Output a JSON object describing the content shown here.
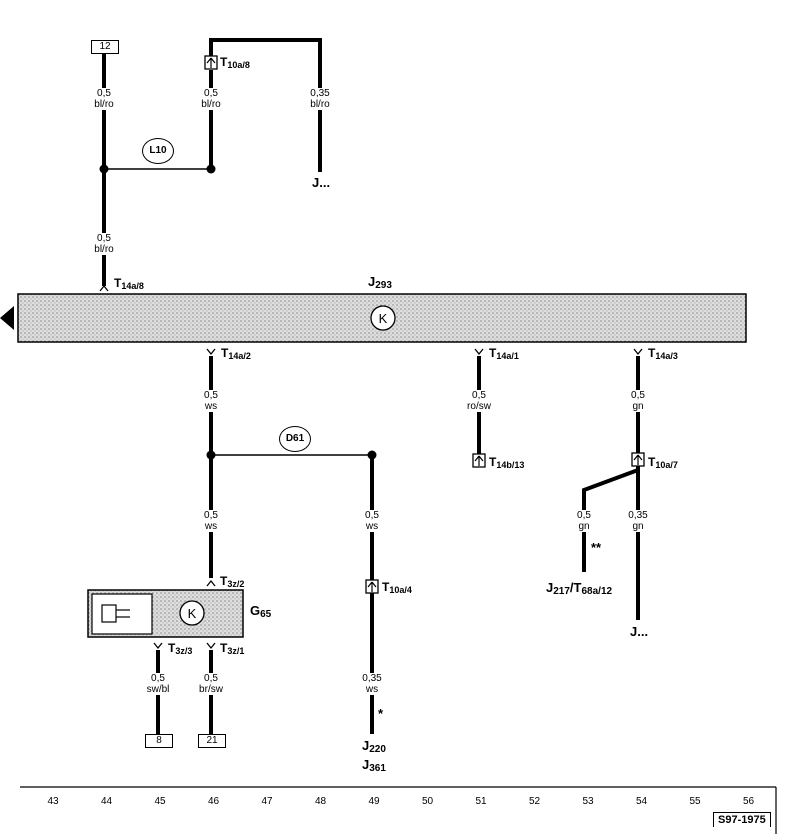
{
  "component_labels": {
    "J293": {
      "main": "J",
      "sub": "293"
    },
    "G65": {
      "main": "G",
      "sub": "65"
    },
    "J220": {
      "main": "J",
      "sub": "220"
    },
    "J361": {
      "main": "J",
      "sub": "361"
    },
    "J_top": "J...",
    "J_right": "J...",
    "J217": {
      "a": "J",
      "a_sub": "217",
      "slash": "/T",
      "b_sub": "68a/12"
    }
  },
  "terminals": {
    "T10a8": {
      "main": "T",
      "sub": "10a/8"
    },
    "T14a8": {
      "main": "T",
      "sub": "14a/8"
    },
    "T14a2": {
      "main": "T",
      "sub": "14a/2"
    },
    "T14a1": {
      "main": "T",
      "sub": "14a/1"
    },
    "T14a3": {
      "main": "T",
      "sub": "14a/3"
    },
    "T14b13": {
      "main": "T",
      "sub": "14b/13"
    },
    "T10a7": {
      "main": "T",
      "sub": "10a/7"
    },
    "T3z2": {
      "main": "T",
      "sub": "3z/2"
    },
    "T3z3": {
      "main": "T",
      "sub": "3z/3"
    },
    "T3z1": {
      "main": "T",
      "sub": "3z/1"
    },
    "T10a4": {
      "main": "T",
      "sub": "10a/4"
    }
  },
  "boxes": {
    "top12": "12",
    "bottom8": "8",
    "bottom21": "21"
  },
  "circles": {
    "L10": "L10",
    "D61": "D61"
  },
  "wires": {
    "w44_top": {
      "size": "0,5",
      "color": "bl/ro"
    },
    "w46_top": {
      "size": "0,5",
      "color": "bl/ro"
    },
    "w48_top": {
      "size": "0,35",
      "color": "bl/ro"
    },
    "w44_mid": {
      "size": "0,5",
      "color": "bl/ro"
    },
    "w46_a": {
      "size": "0,5",
      "color": "ws"
    },
    "w46_b": {
      "size": "0,5",
      "color": "ws"
    },
    "w49_a": {
      "size": "0,5",
      "color": "ws"
    },
    "w49_b": {
      "size": "0,35",
      "color": "ws"
    },
    "w51": {
      "size": "0,5",
      "color": "ro/sw"
    },
    "w54_a": {
      "size": "0,5",
      "color": "gn"
    },
    "w53": {
      "size": "0,5",
      "color": "gn"
    },
    "w54_b": {
      "size": "0,35",
      "color": "gn"
    },
    "w45_bot": {
      "size": "0,5",
      "color": "sw/bl"
    },
    "w46_bot": {
      "size": "0,5",
      "color": "br/sw"
    }
  },
  "marks": {
    "star": "*",
    "dstar": "**",
    "k": "K"
  },
  "footer": {
    "columns": [
      "43",
      "44",
      "45",
      "46",
      "47",
      "48",
      "49",
      "50",
      "51",
      "52",
      "53",
      "54",
      "55",
      "56"
    ],
    "doc_id": "S97-1975"
  }
}
